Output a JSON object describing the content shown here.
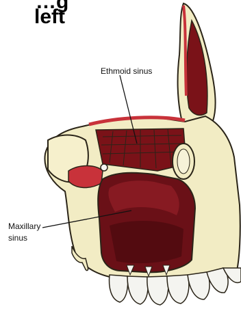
{
  "title": {
    "line1": "…g",
    "line2": "left"
  },
  "labels": {
    "ethmoid": "Ethmoid sinus",
    "maxillary_line1": "Maxillary",
    "maxillary_line2": "sinus"
  },
  "colors": {
    "bone": "#f2ecc4",
    "bone_outline": "#2a2418",
    "sinus_dark": "#5a0d12",
    "sinus_mid": "#8c1c24",
    "sinus_red": "#c8323a",
    "tooth": "#f4f4f0"
  }
}
